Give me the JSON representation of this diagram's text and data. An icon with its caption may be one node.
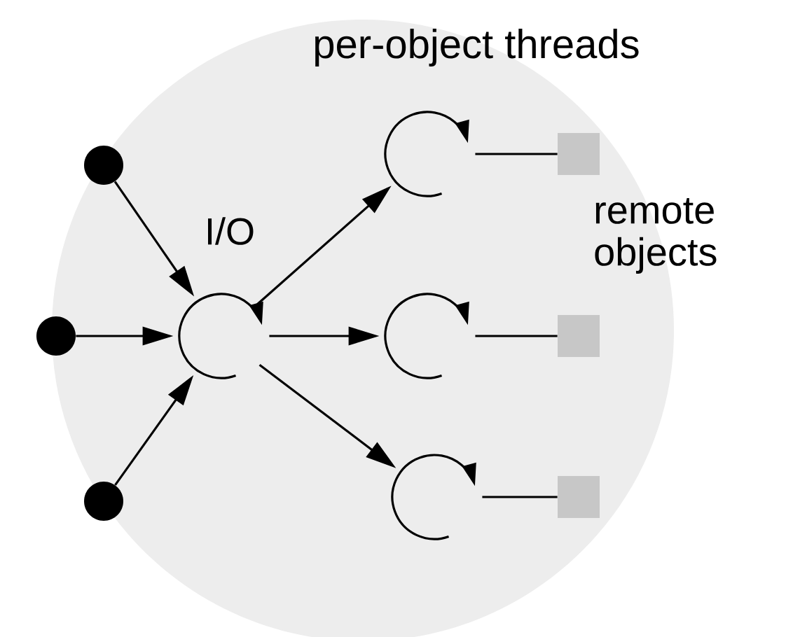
{
  "diagram": {
    "nodes": [
      {
        "text": [],
        "shape": "circle"
      },
      {
        "text": [],
        "shape": "circle"
      },
      {
        "text": [],
        "shape": "circle"
      },
      {
        "text": [],
        "shape": "loop",
        "beside": [
          "I/O"
        ]
      },
      {
        "text": [],
        "shape": "loop"
      },
      {
        "text": [],
        "shape": "loop"
      },
      {
        "text": [],
        "shape": "loop"
      },
      {
        "text": [],
        "shape": "box"
      },
      {
        "text": [],
        "shape": "box"
      },
      {
        "text": [],
        "shape": "box"
      }
    ],
    "edges": [
      {
        "from": 0,
        "to": 3,
        "arrow": "to"
      },
      {
        "from": 1,
        "to": 3,
        "arrow": "to"
      },
      {
        "from": 2,
        "to": 3,
        "arrow": "to"
      },
      {
        "from": 3,
        "to": 4,
        "arrow": "to"
      },
      {
        "from": 3,
        "to": 5,
        "arrow": "to"
      },
      {
        "from": 3,
        "to": 6,
        "arrow": "to"
      },
      {
        "from": 4,
        "to": 7,
        "arrow": "none"
      },
      {
        "from": 5,
        "to": 8,
        "arrow": "none"
      },
      {
        "from": 6,
        "to": 9,
        "arrow": "none"
      }
    ],
    "labels": [
      "per-object threads",
      "remote objects"
    ]
  }
}
